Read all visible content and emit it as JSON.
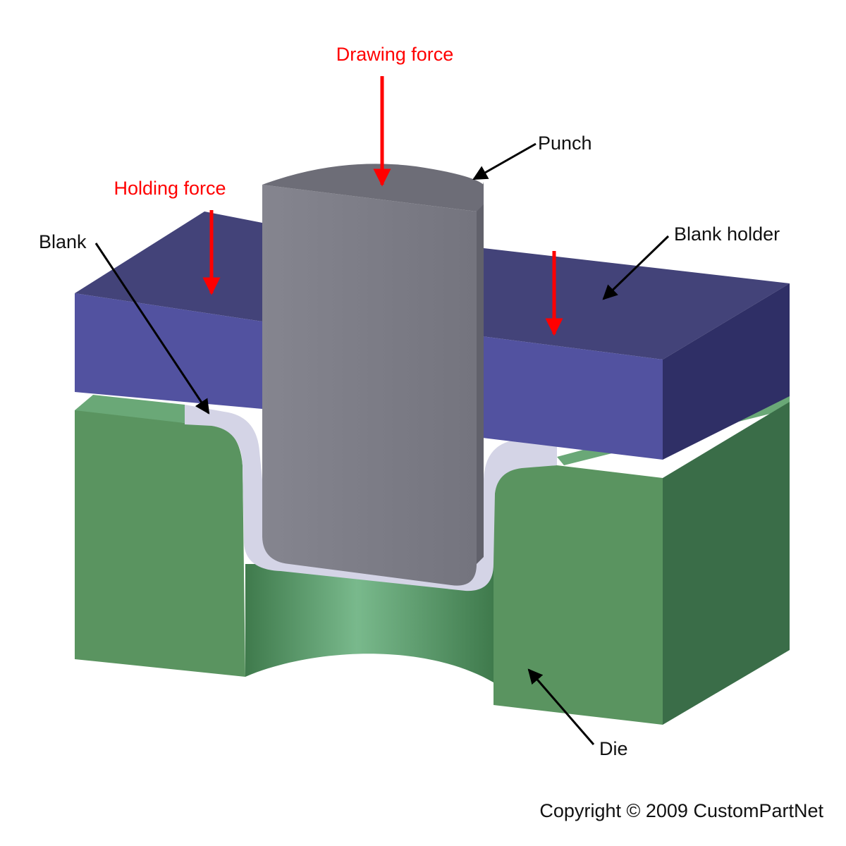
{
  "labels": {
    "drawing_force": "Drawing force",
    "punch": "Punch",
    "holding_force": "Holding force",
    "blank": "Blank",
    "blank_holder": "Blank holder",
    "die": "Die"
  },
  "copyright": "Copyright © 2009 CustomPartNet",
  "colors": {
    "punch": "#7b7b87",
    "blank_holder": "#5252a0",
    "die": "#5a9460",
    "blank": "#d4d4e6",
    "force_arrow": "#ff0000",
    "leader_arrow": "#000000"
  }
}
